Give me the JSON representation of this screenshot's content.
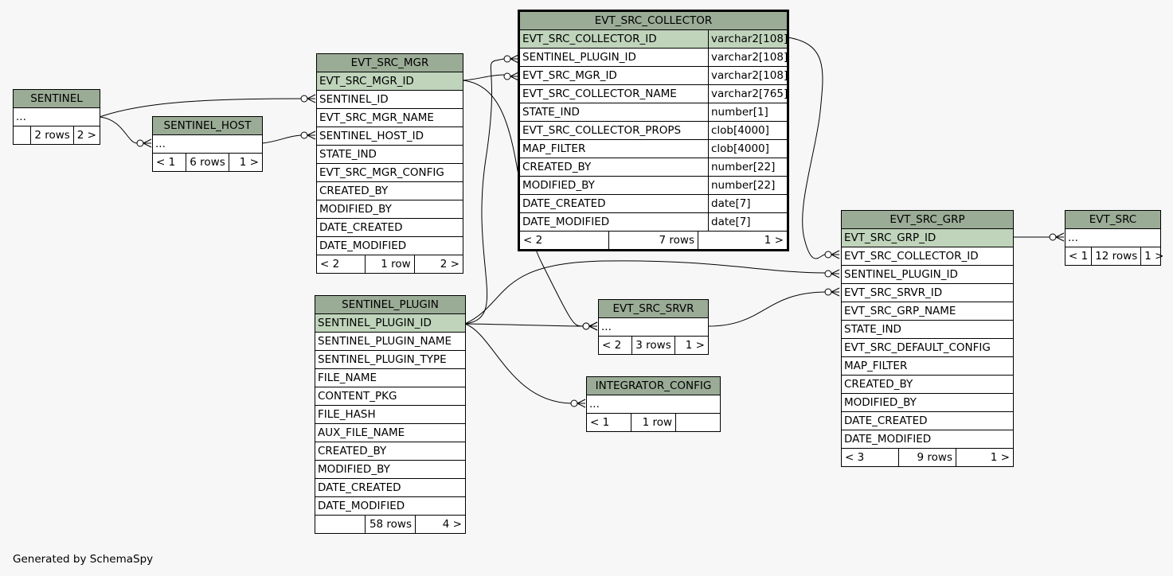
{
  "tables": [
    {
      "id": "sentinel",
      "name": "SENTINEL",
      "columns": [
        {
          "name": "..."
        }
      ],
      "footer": [
        "",
        "2 rows",
        "2 >"
      ]
    },
    {
      "id": "sentinel_host",
      "name": "SENTINEL_HOST",
      "columns": [
        {
          "name": "..."
        }
      ],
      "footer": [
        "< 1",
        "6 rows",
        "1 >"
      ]
    },
    {
      "id": "evt_src_mgr",
      "name": "EVT_SRC_MGR",
      "columns": [
        {
          "name": "EVT_SRC_MGR_ID",
          "pk": true
        },
        {
          "name": "SENTINEL_ID"
        },
        {
          "name": "EVT_SRC_MGR_NAME"
        },
        {
          "name": "SENTINEL_HOST_ID"
        },
        {
          "name": "STATE_IND"
        },
        {
          "name": "EVT_SRC_MGR_CONFIG"
        },
        {
          "name": "CREATED_BY"
        },
        {
          "name": "MODIFIED_BY"
        },
        {
          "name": "DATE_CREATED"
        },
        {
          "name": "DATE_MODIFIED"
        }
      ],
      "footer": [
        "< 2",
        "1 row",
        "2 >"
      ]
    },
    {
      "id": "evt_src_collector",
      "name": "EVT_SRC_COLLECTOR",
      "focus": true,
      "columns": [
        {
          "name": "EVT_SRC_COLLECTOR_ID",
          "type": "varchar2[108]",
          "pk": true
        },
        {
          "name": "SENTINEL_PLUGIN_ID",
          "type": "varchar2[108]"
        },
        {
          "name": "EVT_SRC_MGR_ID",
          "type": "varchar2[108]"
        },
        {
          "name": "EVT_SRC_COLLECTOR_NAME",
          "type": "varchar2[765]"
        },
        {
          "name": "STATE_IND",
          "type": "number[1]"
        },
        {
          "name": "EVT_SRC_COLLECTOR_PROPS",
          "type": "clob[4000]"
        },
        {
          "name": "MAP_FILTER",
          "type": "clob[4000]"
        },
        {
          "name": "CREATED_BY",
          "type": "number[22]"
        },
        {
          "name": "MODIFIED_BY",
          "type": "number[22]"
        },
        {
          "name": "DATE_CREATED",
          "type": "date[7]"
        },
        {
          "name": "DATE_MODIFIED",
          "type": "date[7]"
        }
      ],
      "footer": [
        "< 2",
        "7 rows",
        "1 >"
      ]
    },
    {
      "id": "evt_src_grp",
      "name": "EVT_SRC_GRP",
      "columns": [
        {
          "name": "EVT_SRC_GRP_ID",
          "pk": true
        },
        {
          "name": "EVT_SRC_COLLECTOR_ID"
        },
        {
          "name": "SENTINEL_PLUGIN_ID"
        },
        {
          "name": "EVT_SRC_SRVR_ID"
        },
        {
          "name": "EVT_SRC_GRP_NAME"
        },
        {
          "name": "STATE_IND"
        },
        {
          "name": "EVT_SRC_DEFAULT_CONFIG"
        },
        {
          "name": "MAP_FILTER"
        },
        {
          "name": "CREATED_BY"
        },
        {
          "name": "MODIFIED_BY"
        },
        {
          "name": "DATE_CREATED"
        },
        {
          "name": "DATE_MODIFIED"
        }
      ],
      "footer": [
        "< 3",
        "9 rows",
        "1 >"
      ]
    },
    {
      "id": "evt_src",
      "name": "EVT_SRC",
      "columns": [
        {
          "name": "..."
        }
      ],
      "footer": [
        "< 1",
        "12 rows",
        "1 >"
      ]
    },
    {
      "id": "sentinel_plugin",
      "name": "SENTINEL_PLUGIN",
      "columns": [
        {
          "name": "SENTINEL_PLUGIN_ID",
          "pk": true
        },
        {
          "name": "SENTINEL_PLUGIN_NAME"
        },
        {
          "name": "SENTINEL_PLUGIN_TYPE"
        },
        {
          "name": "FILE_NAME"
        },
        {
          "name": "CONTENT_PKG"
        },
        {
          "name": "FILE_HASH"
        },
        {
          "name": "AUX_FILE_NAME"
        },
        {
          "name": "CREATED_BY"
        },
        {
          "name": "MODIFIED_BY"
        },
        {
          "name": "DATE_CREATED"
        },
        {
          "name": "DATE_MODIFIED"
        }
      ],
      "footer": [
        "",
        "58 rows",
        "4 >"
      ]
    },
    {
      "id": "evt_src_srvr",
      "name": "EVT_SRC_SRVR",
      "columns": [
        {
          "name": "..."
        }
      ],
      "footer": [
        "< 2",
        "3 rows",
        "1 >"
      ]
    },
    {
      "id": "integrator_config",
      "name": "INTEGRATOR_CONFIG",
      "columns": [
        {
          "name": "..."
        }
      ],
      "footer": [
        "< 1",
        "1 row",
        ""
      ]
    }
  ],
  "generated_by": "Generated by SchemaSpy"
}
